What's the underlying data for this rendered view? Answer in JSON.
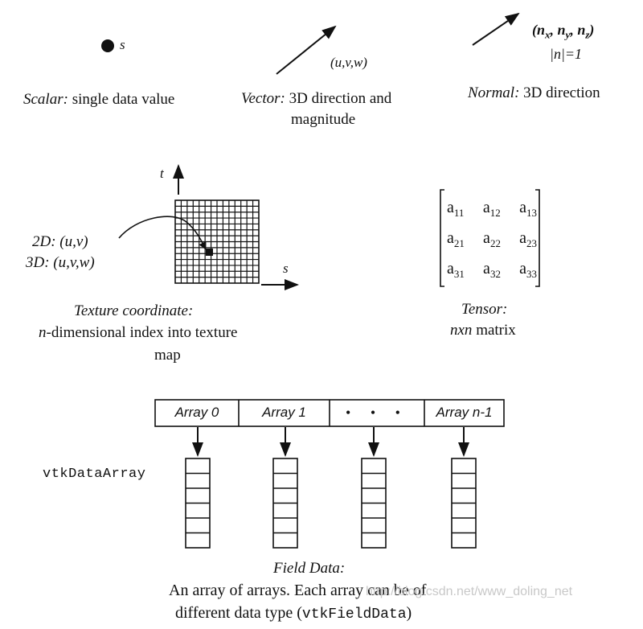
{
  "scalar": {
    "symbol": "s",
    "name": "Scalar:",
    "desc": "single data value"
  },
  "vector": {
    "coords": "(u,v,w)",
    "name": "Vector:",
    "desc_line1": "3D direction and",
    "desc_line2": "magnitude"
  },
  "normal": {
    "coords": "(nx, ny, nz)",
    "coord_n": "n",
    "coord_x": "x",
    "coord_y": "y",
    "coord_z": "z",
    "constraint": "|n|=1",
    "name": "Normal:",
    "desc": "3D direction"
  },
  "texture": {
    "axis_t": "t",
    "axis_s": "s",
    "label_2d": "2D: (u,v)",
    "label_3d": "3D: (u,v,w)",
    "name": "Texture coordinate:",
    "desc_line1_italic": "n",
    "desc_line1": "-dimensional index into texture",
    "desc_line2": "map"
  },
  "tensor": {
    "rows": [
      [
        "a11",
        "a12",
        "a13"
      ],
      [
        "a21",
        "a22",
        "a23"
      ],
      [
        "a31",
        "a32",
        "a33"
      ]
    ],
    "name": "Tensor:",
    "desc_italic": "nxn",
    "desc": "matrix"
  },
  "field": {
    "array_labels": [
      "Array 0",
      "Array 1",
      "• • •",
      "Array n-1"
    ],
    "data_array_label": "vtkDataArray",
    "name": "Field Data:",
    "desc_line1": "An array of arrays. Each array can be of",
    "desc_line2_prefix": "different data type (",
    "desc_line2_code": "vtkFieldData",
    "desc_line2_suffix": ")"
  },
  "watermark": "http://blog.csdn.net/www_doling_net"
}
